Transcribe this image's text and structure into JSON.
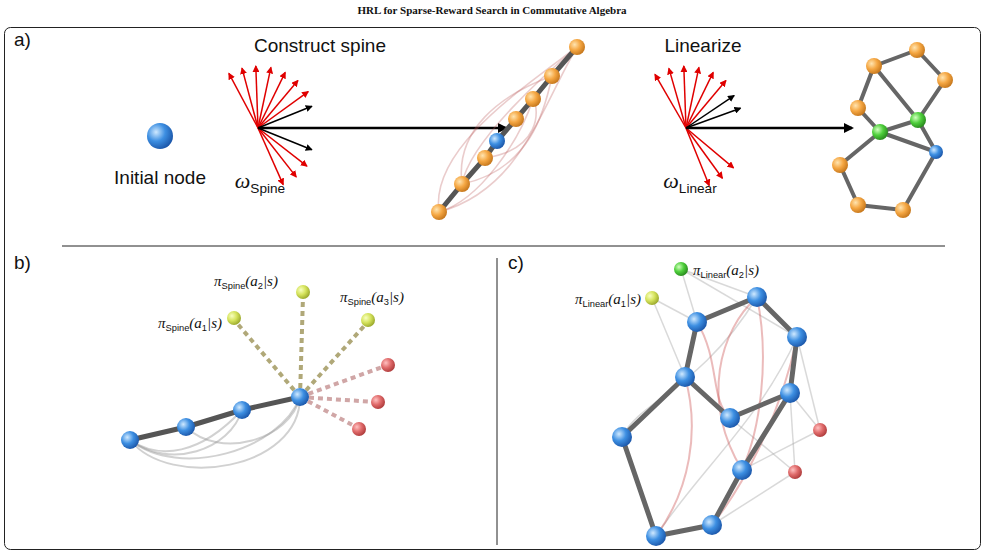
{
  "diagram": {
    "title": "HRL for Sparse-Reward Search in Commutative Algebra",
    "labels": [
      "a)",
      "Initial node",
      "Construct spine",
      "ωSpine",
      "Linearize",
      "ωLinear",
      "b)",
      "πSpine(a1|s)",
      "πSpine(a2|s)",
      "πSpine(a3|s)",
      "c)",
      "πLinear(a1|s)",
      "πLinear(a2|s)"
    ]
  }
}
